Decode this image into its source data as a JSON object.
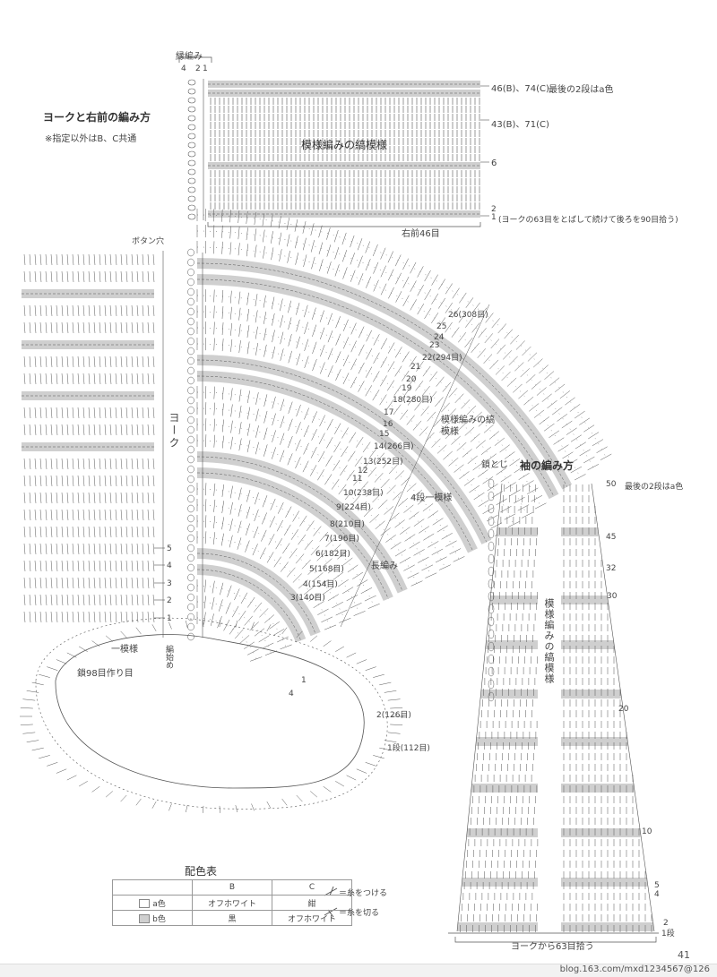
{
  "yoke": {
    "title": "ヨークと右前の編み方",
    "note": "※指定以外はB、C共通",
    "edge_label": "縁編み",
    "edge_counts": [
      "4",
      "2",
      "1"
    ],
    "right_front_label": "右前46目",
    "pattern_label": "模様編みの縞模様",
    "button_hole": "ボタン穴",
    "yoke_vertical": "ヨーク",
    "one_pattern": "一模様",
    "chain_start": "鎖98目作り目",
    "start_label": "編始め",
    "stripe_pattern": "模様編みの縞模様",
    "four_row": "4段一模様",
    "long_stitch": "長編み",
    "front_rows": [
      {
        "n": "46(B)、74(C)",
        "note": "最後の2段はa色"
      },
      {
        "n": "43(B)、71(C)",
        "note": ""
      },
      {
        "n": "6",
        "note": ""
      },
      {
        "n": "2",
        "note": ""
      },
      {
        "n": "1",
        "note": "(ヨークの63目をとばして続けて後ろを90目拾う)"
      }
    ],
    "row_marks": [
      "26(308目)",
      "25",
      "24",
      "23",
      "22(294目)",
      "21",
      "20",
      "19",
      "18(280目)",
      "17",
      "16",
      "15",
      "14(266目)",
      "13(252目)",
      "12",
      "11",
      "10(238目)",
      "9(224目)",
      "8(210目)",
      "7(196目)",
      "6(182目)",
      "5(168目)",
      "4(154目)",
      "3(140目)"
    ],
    "left_rows": [
      "5",
      "4",
      "3",
      "2",
      "1"
    ],
    "bottom_rows": [
      "1",
      "4",
      "2(126目)",
      "1段(112目)"
    ]
  },
  "sleeve": {
    "title": "袖の編み方",
    "bind_label": "鎖とじ",
    "top_row": "50",
    "top_note": "最後の2段はa色",
    "rows": [
      "45",
      "32",
      "30",
      "20",
      "10",
      "5",
      "4",
      "2",
      "1段"
    ],
    "vertical": "模様編みの縞模様",
    "pickup": "ヨークから63目拾う"
  },
  "color_table": {
    "title": "配色表",
    "headers": [
      "",
      "B",
      "C"
    ],
    "rows": [
      {
        "label": "a色",
        "b": "オフホワイト",
        "c": "紺",
        "swatch": "#ffffff"
      },
      {
        "label": "b色",
        "b": "黒",
        "c": "オフホワイト",
        "swatch": "#cfcfcf"
      }
    ]
  },
  "legend": {
    "attach": "＝糸をつける",
    "cut": "＝糸を切る"
  },
  "page_number": "41",
  "watermark": "blog.163.com/mxd1234567@126",
  "colors": {
    "stripe": "#cfcfcf",
    "ink": "#555555"
  }
}
